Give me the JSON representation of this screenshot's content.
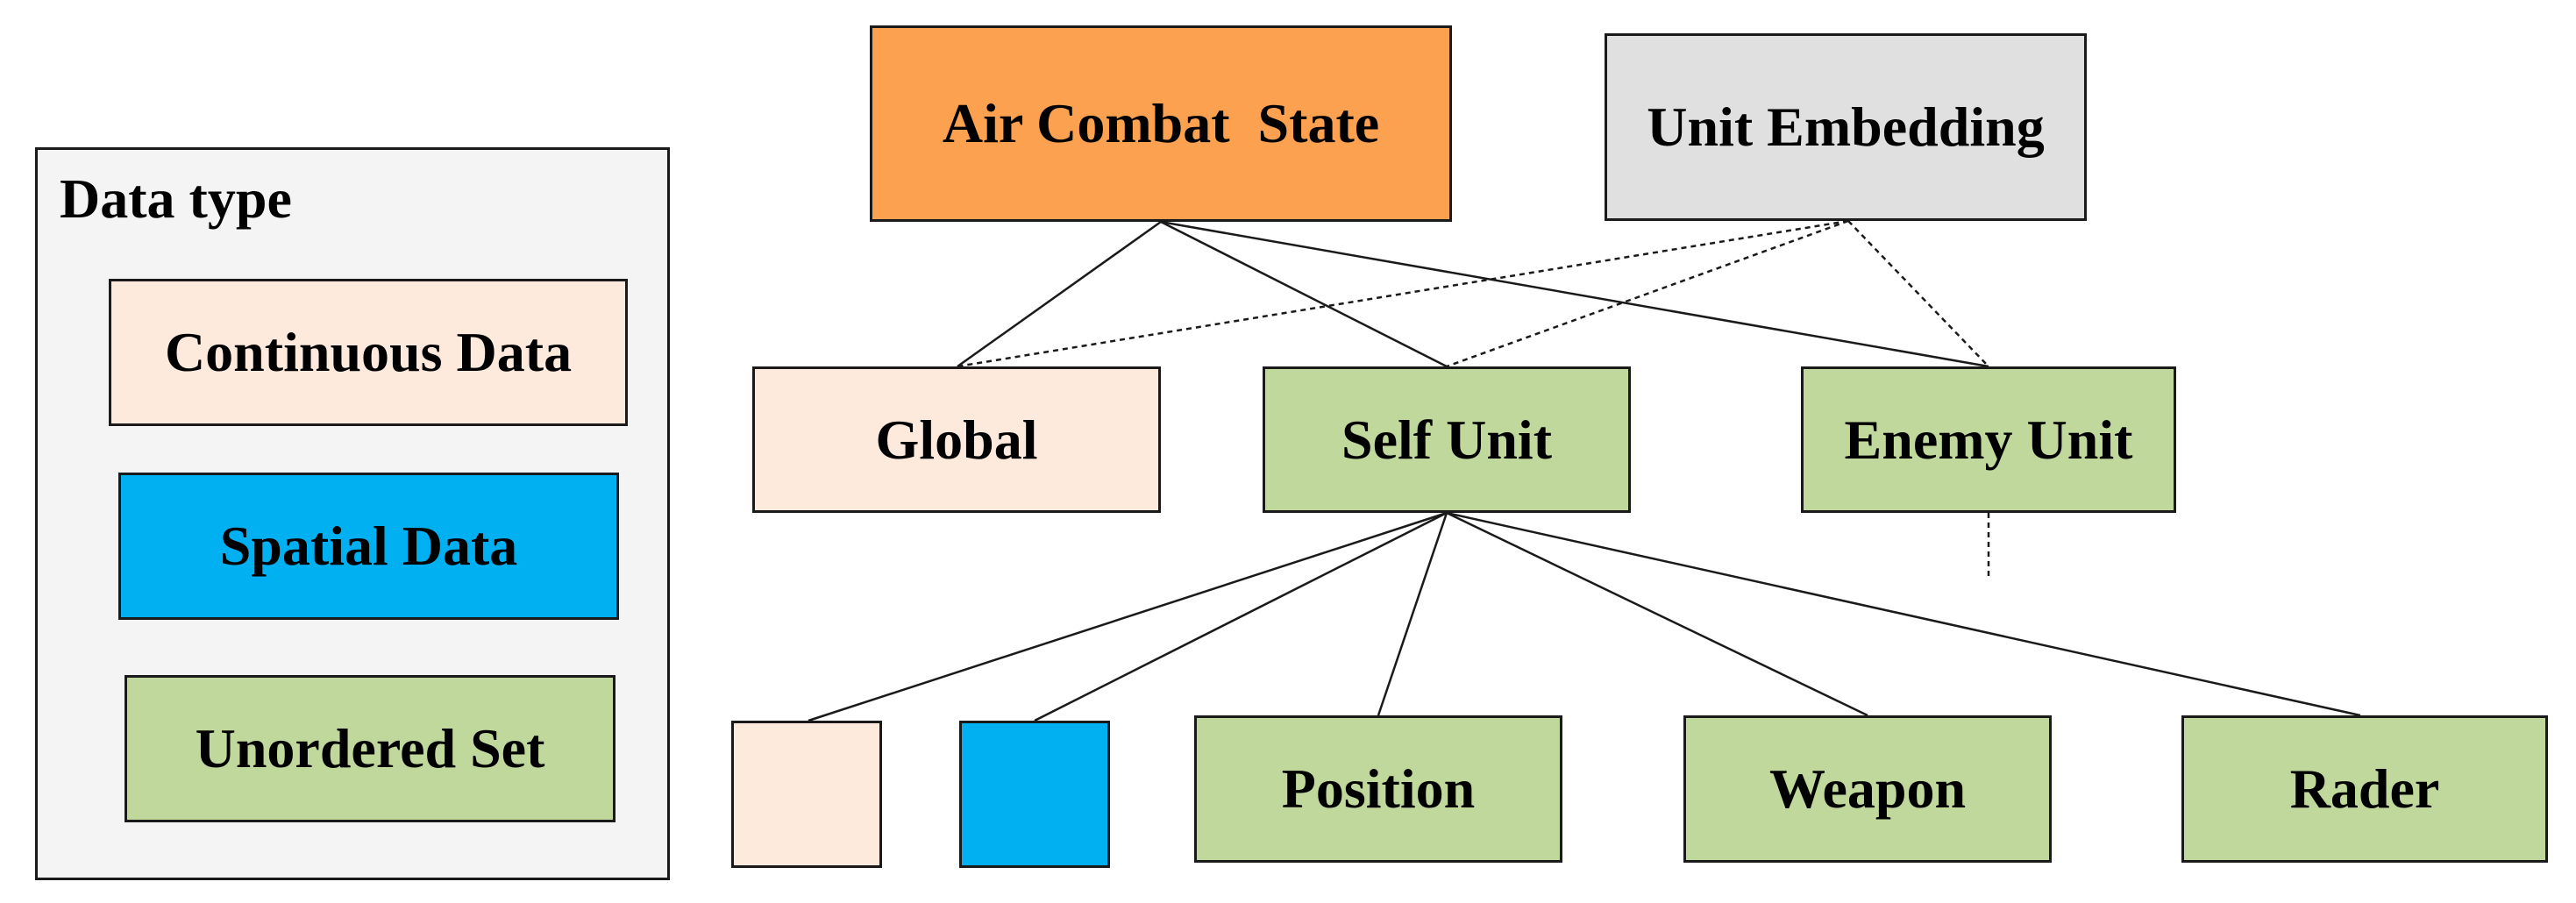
{
  "colors": {
    "continuous": "#fdeadc",
    "spatial": "#00b0f0",
    "unordered": "#c0d89c",
    "root": "#fba14f",
    "embedding": "#e0e0e0",
    "legend_bg": "#f4f4f4",
    "stroke": "#1a1a1a"
  },
  "legend": {
    "title": "Data type",
    "items": [
      {
        "label": "Continuous Data",
        "color": "continuous"
      },
      {
        "label": "Spatial Data",
        "color": "spatial"
      },
      {
        "label": "Unordered Set",
        "color": "unordered"
      }
    ]
  },
  "nodes": {
    "air_combat_state": "Air Combat  State",
    "unit_embedding": "Unit Embedding",
    "global": "Global",
    "self_unit": "Self Unit",
    "enemy_unit": "Enemy Unit",
    "continuous_leaf": "",
    "spatial_leaf": "",
    "position": "Position",
    "weapon": "Weapon",
    "rader": "Rader"
  },
  "edges": {
    "solid": [
      [
        "air_combat_state",
        "global"
      ],
      [
        "air_combat_state",
        "self_unit"
      ],
      [
        "air_combat_state",
        "enemy_unit"
      ],
      [
        "self_unit",
        "continuous_leaf"
      ],
      [
        "self_unit",
        "spatial_leaf"
      ],
      [
        "self_unit",
        "position"
      ],
      [
        "self_unit",
        "weapon"
      ],
      [
        "self_unit",
        "rader"
      ]
    ],
    "dashed": [
      [
        "unit_embedding",
        "global"
      ],
      [
        "unit_embedding",
        "self_unit"
      ],
      [
        "unit_embedding",
        "enemy_unit"
      ]
    ]
  }
}
